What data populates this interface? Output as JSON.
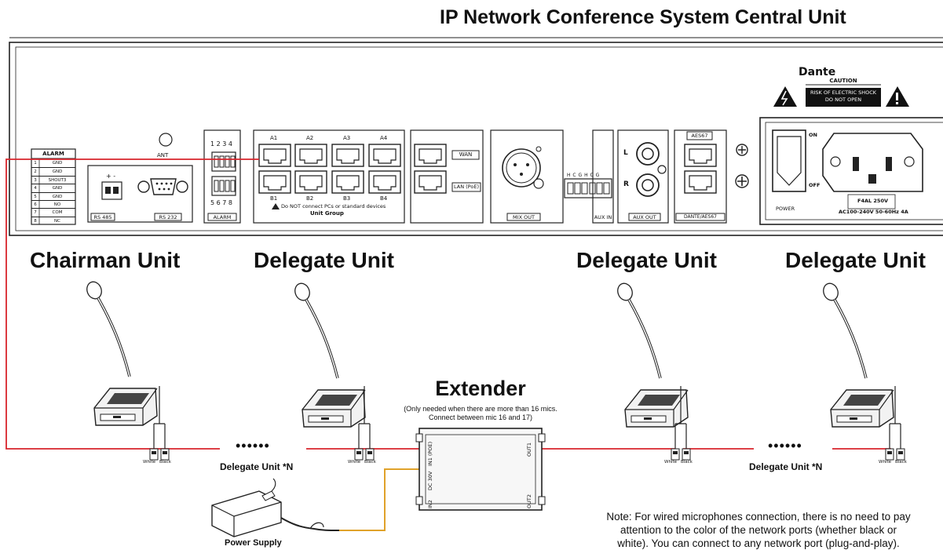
{
  "title": "IP Network Conference System Central Unit",
  "panel": {
    "dante_logo": "Dante",
    "caution": {
      "title": "CAUTION",
      "line1": "RISK OF ELECTRIC SHOCK",
      "line2": "DO NOT OPEN"
    },
    "alarm_table": {
      "header": "ALARM",
      "rows": [
        {
          "num": "1",
          "label": "GND"
        },
        {
          "num": "2",
          "label": "GND"
        },
        {
          "num": "3",
          "label": "SHOUT3"
        },
        {
          "num": "4",
          "label": "GND"
        },
        {
          "num": "5",
          "label": "GND"
        },
        {
          "num": "6",
          "label": "NO"
        },
        {
          "num": "7",
          "label": "COM"
        },
        {
          "num": "8",
          "label": "NC"
        }
      ]
    },
    "ant_label": "ANT",
    "rs485_label": "RS 485",
    "rs232_label": "RS 232",
    "rs485_pins": "+ -",
    "alarm_top_numbers": "1 2 3 4",
    "alarm_bottom_numbers": "5 6 7 8",
    "alarm_label": "ALARM",
    "unit_port_labels_top": [
      "A1",
      "A2",
      "A3",
      "A4"
    ],
    "unit_port_labels_bottom": [
      "B1",
      "B2",
      "B3",
      "B4"
    ],
    "unit_group_warning": "Do NOT connect PCs or standard devices",
    "unit_group_label": "Unit Group",
    "wan_label": "WAN",
    "lan_label": "LAN (PoE)",
    "mixout_label": "MIX OUT",
    "auxin_pins": "H C G H C G",
    "auxin_label": "AUX IN",
    "auxout_l": "L",
    "auxout_r": "R",
    "auxout_label": "AUX OUT",
    "aes67_label": "AES67",
    "dante_aes67_label": "DANTE/AES67",
    "power_on": "ON",
    "power_off": "OFF",
    "power_label": "POWER",
    "fuse_label": "F4AL 250V",
    "ac_label": "AC100-240V 50-60Hz 4A"
  },
  "units": [
    {
      "title": "Chairman Unit"
    },
    {
      "title": "Delegate Unit"
    },
    {
      "title": "Delegate Unit"
    },
    {
      "title": "Delegate Unit"
    }
  ],
  "port_color_white": "White",
  "port_color_black": "Black",
  "extender": {
    "title": "Extender",
    "note": "(Only needed when there are more than 16 mics. Connect between mic 16 and 17)",
    "port_in1": "IN1 (POE)",
    "port_dc": "DC 30V",
    "port_in2": "IN2",
    "port_out1": "OUT1",
    "port_out2": "OUT2"
  },
  "dots": "••••••",
  "delegate_n_label": "Delegate Unit *N",
  "power_supply_label": "Power Supply",
  "note": {
    "line1": "Note: For wired microphones connection, there is no need to pay",
    "line2": "attention to the color of the network ports (whether black or",
    "line3": "white). You can connect to any network port (plug-and-play)."
  },
  "colors": {
    "cable_red": "#d8242b",
    "cable_orange": "#e0a22a",
    "line": "#222222"
  }
}
